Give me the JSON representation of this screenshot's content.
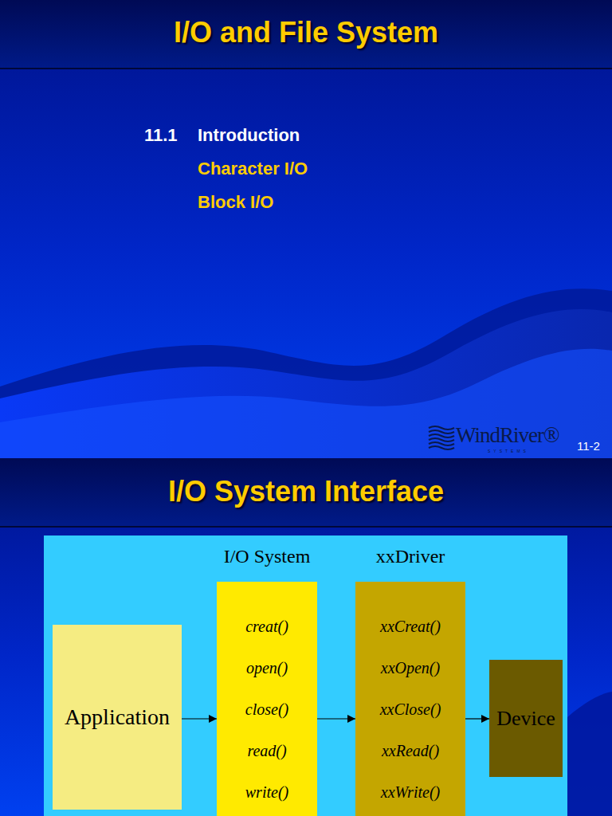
{
  "diagram": {
    "title": "I/O and File System",
    "nodes": [
      {
        "text": [
          "Application"
        ]
      },
      {
        "text": [
          "I/O System",
          "creat()",
          "open()",
          "close()",
          "read()",
          "write()"
        ]
      },
      {
        "text": [
          "xxDriver",
          "xxCreat()",
          "xxOpen()",
          "xxClose()",
          "xxRead()",
          "xxWrite()"
        ]
      },
      {
        "text": [
          "Device"
        ]
      }
    ],
    "edges": [
      {
        "from": 0,
        "to": 1,
        "arrow": "to"
      },
      {
        "from": 1,
        "to": 2,
        "arrow": "to"
      },
      {
        "from": 2,
        "to": 3,
        "arrow": "to"
      }
    ],
    "labels": [
      "11.1",
      "Introduction",
      "Character I/O",
      "Block I/O",
      "WindRiver®",
      "SYSTEMS",
      "11-2",
      "I/O System Interface"
    ]
  }
}
